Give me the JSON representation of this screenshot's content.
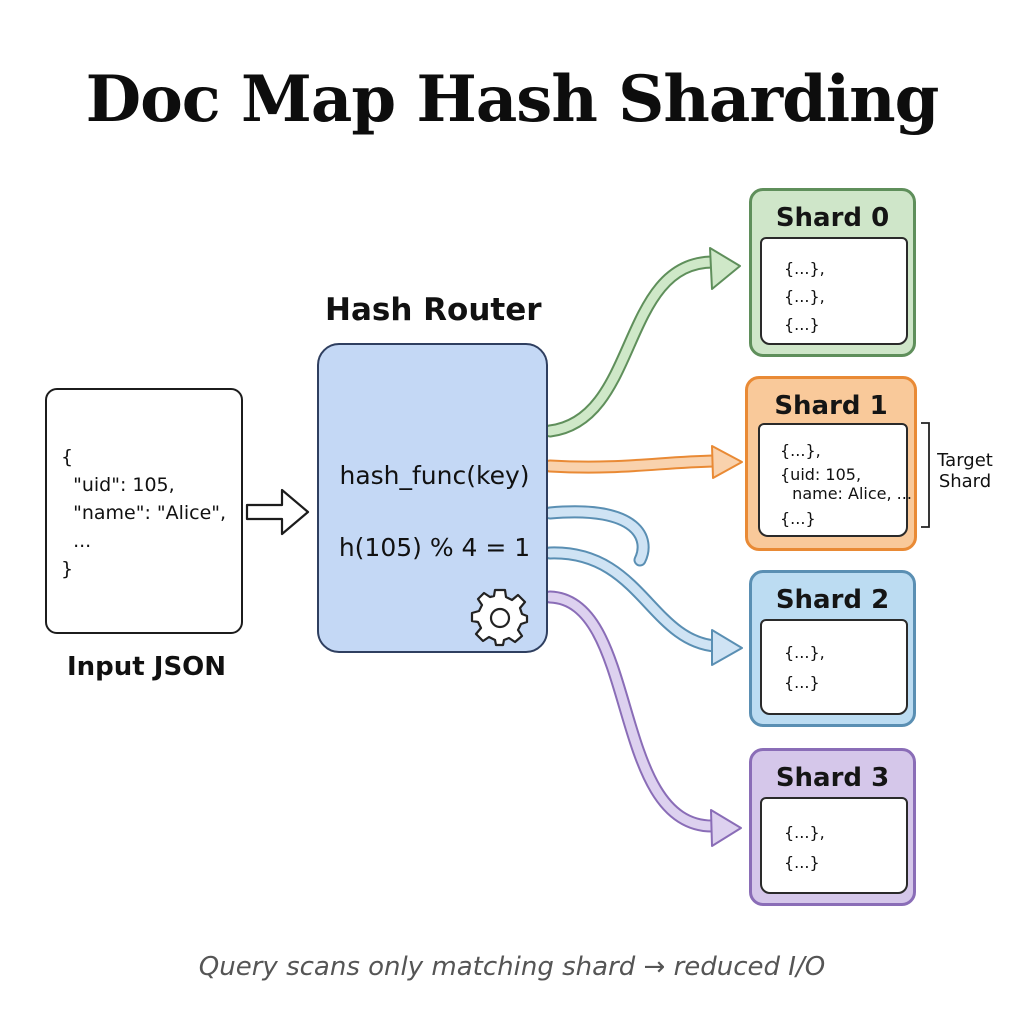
{
  "title": "Doc Map Hash Sharding",
  "input": {
    "lines": [
      "{",
      "  \"uid\": 105,",
      "  \"name\": \"Alice\",",
      "  ...",
      "}"
    ],
    "label": "Input JSON"
  },
  "router": {
    "label": "Hash Router",
    "func": "hash_func(key)",
    "calc": "h(105) % 4 = 1",
    "icon": "gear-icon"
  },
  "shards": [
    {
      "title": "Shard 0",
      "records": [
        "{...},",
        "{...},",
        "{...}"
      ],
      "color": "#cfe6c9",
      "border": "#5f8f5b",
      "arrow": "#a9d3a2"
    },
    {
      "title": "Shard 1",
      "records": [
        "{...},",
        "{uid: 105,",
        "  name: Alice, ...",
        "{...}"
      ],
      "color": "#f9c99a",
      "border": "#e98a35",
      "arrow": "#f3b987"
    },
    {
      "title": "Shard 2",
      "records": [
        "{...},",
        "{...}"
      ],
      "color": "#bcdcf2",
      "border": "#5a8fb3",
      "arrow": "#a6cbe8"
    },
    {
      "title": "Shard 3",
      "records": [
        "{...},",
        "{...}"
      ],
      "color": "#d5c7ea",
      "border": "#8a6db7",
      "arrow": "#c5b1e3"
    }
  ],
  "target": {
    "line1": "Target",
    "line2": "Shard"
  },
  "footer": "Query scans only matching shard → reduced I/O"
}
